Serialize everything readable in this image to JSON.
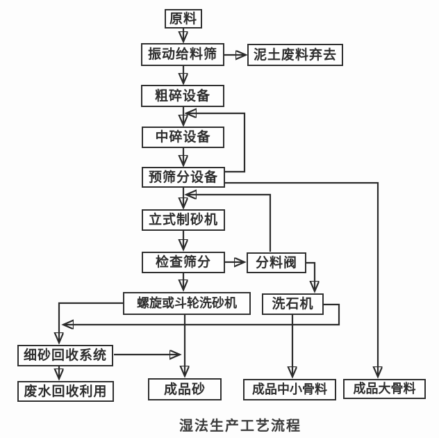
{
  "diagram": {
    "caption": "湿法生产工艺流程",
    "nodes": {
      "raw_material": {
        "label": "原料"
      },
      "vibrating_feeder": {
        "label": "振动给料筛"
      },
      "dirt_waste": {
        "label": "泥土废料弃去"
      },
      "coarse_crusher": {
        "label": "粗碎设备"
      },
      "medium_crusher": {
        "label": "中碎设备"
      },
      "pre_screening": {
        "label": "预筛分设备"
      },
      "vertical_sand_maker": {
        "label": "立式制砂机"
      },
      "check_screening": {
        "label": "检查筛分"
      },
      "splitter_valve": {
        "label": "分料阀"
      },
      "spiral_sand_washer": {
        "label": "螺旋或斗轮洗砂机"
      },
      "stone_washer": {
        "label": "洗石机"
      },
      "fine_sand_recovery": {
        "label": "细砂回收系统"
      },
      "waste_water_recycling": {
        "label": "废水回收利用"
      },
      "finished_sand": {
        "label": "成品砂"
      },
      "finished_medium_small_aggregate": {
        "label": "成品中小骨料"
      },
      "finished_large_aggregate": {
        "label": "成品大骨料"
      }
    },
    "edges": [
      {
        "from": "raw_material",
        "to": "vibrating_feeder",
        "kind": "forward"
      },
      {
        "from": "vibrating_feeder",
        "to": "dirt_waste",
        "kind": "forward"
      },
      {
        "from": "vibrating_feeder",
        "to": "coarse_crusher",
        "kind": "forward"
      },
      {
        "from": "coarse_crusher",
        "to": "medium_crusher",
        "kind": "forward"
      },
      {
        "from": "medium_crusher",
        "to": "pre_screening",
        "kind": "forward"
      },
      {
        "from": "pre_screening",
        "to": "medium_crusher",
        "kind": "feedback"
      },
      {
        "from": "pre_screening",
        "to": "vertical_sand_maker",
        "kind": "forward"
      },
      {
        "from": "pre_screening",
        "to": "finished_large_aggregate",
        "kind": "forward"
      },
      {
        "from": "vertical_sand_maker",
        "to": "check_screening",
        "kind": "forward"
      },
      {
        "from": "check_screening",
        "to": "splitter_valve",
        "kind": "forward"
      },
      {
        "from": "check_screening",
        "to": "spiral_sand_washer",
        "kind": "forward"
      },
      {
        "from": "splitter_valve",
        "to": "vertical_sand_maker",
        "kind": "feedback"
      },
      {
        "from": "splitter_valve",
        "to": "stone_washer",
        "kind": "forward"
      },
      {
        "from": "spiral_sand_washer",
        "to": "fine_sand_recovery",
        "kind": "forward"
      },
      {
        "from": "spiral_sand_washer",
        "to": "finished_sand",
        "kind": "forward"
      },
      {
        "from": "stone_washer",
        "to": "fine_sand_recovery",
        "kind": "feedback"
      },
      {
        "from": "stone_washer",
        "to": "finished_medium_small_aggregate",
        "kind": "forward"
      },
      {
        "from": "fine_sand_recovery",
        "to": "waste_water_recycling",
        "kind": "forward"
      },
      {
        "from": "fine_sand_recovery",
        "to": "finished_sand",
        "kind": "forward"
      }
    ]
  },
  "colors": {
    "line": "#2b2b2b",
    "box_border": "#2f2f2f",
    "box_fill": "#fefefe",
    "text": "#2d2d2d",
    "caption_text": "#3a3a3a",
    "background": "#fdfdfd"
  }
}
